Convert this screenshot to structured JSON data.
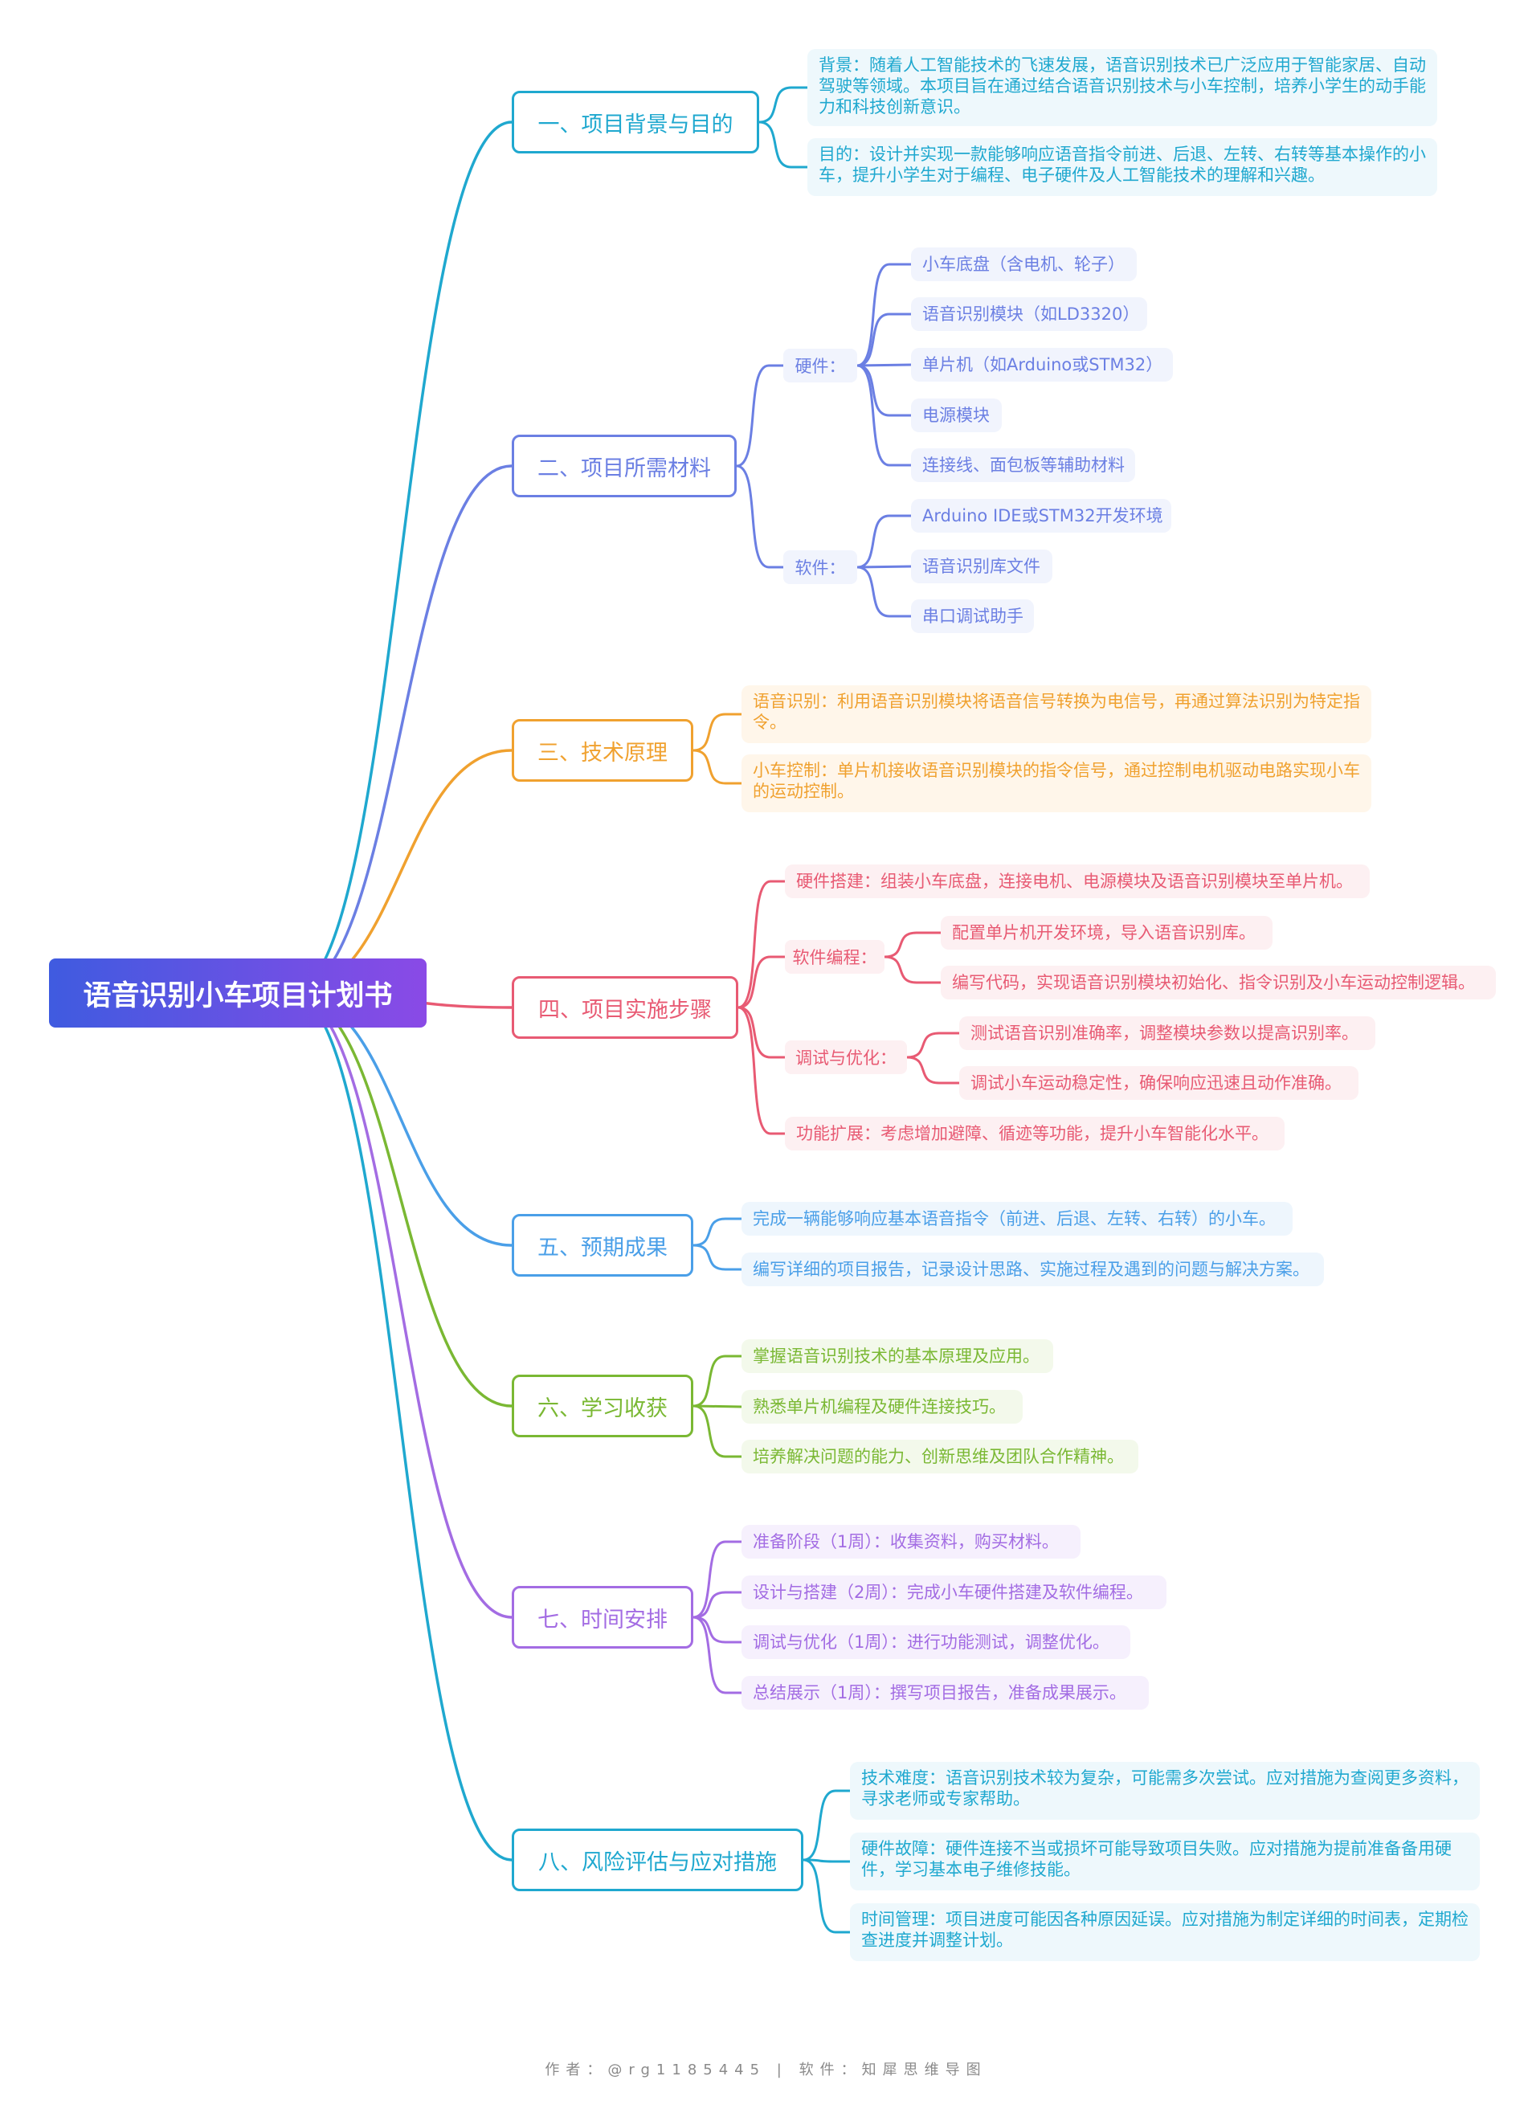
{
  "title": "语音识别小车项目计划书",
  "colors": {
    "cyan": "#1fa8cf",
    "blue": "#6b7fe3",
    "orange": "#f0a12f",
    "red": "#e85a73",
    "lightblue": "#4a9fe8",
    "green": "#7ab833",
    "purple": "#a36ce3",
    "bg_cyan": "#eef8fc",
    "bg_blue": "#f1f4fd",
    "bg_orange": "#fff6ea",
    "bg_red": "#fdf0f2",
    "bg_lightblue": "#eef6fd",
    "bg_green": "#f3f9eb",
    "bg_purple": "#f6f0fd"
  },
  "branches": [
    {
      "label": "一、项目背景与目的",
      "leaves": [
        "背景：随着人工智能技术的飞速发展，语音识别技术已广泛应用于智能家居、自动驾驶等领域。本项目旨在通过结合语音识别技术与小车控制，培养小学生的动手能力和科技创新意识。",
        "目的：设计并实现一款能够响应语音指令前进、后退、左转、右转等基本操作的小车，提升小学生对于编程、电子硬件及人工智能技术的理解和兴趣。"
      ]
    },
    {
      "label": "二、项目所需材料",
      "groups": [
        {
          "label": "硬件：",
          "leaves": [
            "小车底盘（含电机、轮子）",
            "语音识别模块（如LD3320）",
            "单片机（如Arduino或STM32）",
            "电源模块",
            "连接线、面包板等辅助材料"
          ]
        },
        {
          "label": "软件：",
          "leaves": [
            "Arduino IDE或STM32开发环境",
            "语音识别库文件",
            "串口调试助手"
          ]
        }
      ]
    },
    {
      "label": "三、技术原理",
      "leaves": [
        "语音识别：利用语音识别模块将语音信号转换为电信号，再通过算法识别为特定指令。",
        "小车控制：单片机接收语音识别模块的指令信号，通过控制电机驱动电路实现小车的运动控制。"
      ]
    },
    {
      "label": "四、项目实施步骤",
      "items": [
        {
          "text": "硬件搭建：组装小车底盘，连接电机、电源模块及语音识别模块至单片机。"
        },
        {
          "label": "软件编程：",
          "leaves": [
            "配置单片机开发环境，导入语音识别库。",
            "编写代码，实现语音识别模块初始化、指令识别及小车运动控制逻辑。"
          ]
        },
        {
          "label": "调试与优化：",
          "leaves": [
            "测试语音识别准确率，调整模块参数以提高识别率。",
            "调试小车运动稳定性，确保响应迅速且动作准确。"
          ]
        },
        {
          "text": "功能扩展：考虑增加避障、循迹等功能，提升小车智能化水平。"
        }
      ]
    },
    {
      "label": "五、预期成果",
      "leaves": [
        "完成一辆能够响应基本语音指令（前进、后退、左转、右转）的小车。",
        "编写详细的项目报告，记录设计思路、实施过程及遇到的问题与解决方案。"
      ]
    },
    {
      "label": "六、学习收获",
      "leaves": [
        "掌握语音识别技术的基本原理及应用。",
        "熟悉单片机编程及硬件连接技巧。",
        "培养解决问题的能力、创新思维及团队合作精神。"
      ]
    },
    {
      "label": "七、时间安排",
      "leaves": [
        "准备阶段（1周）：收集资料，购买材料。",
        "设计与搭建（2周）：完成小车硬件搭建及软件编程。",
        "调试与优化（1周）：进行功能测试，调整优化。",
        "总结展示（1周）：撰写项目报告，准备成果展示。"
      ]
    },
    {
      "label": "八、风险评估与应对措施",
      "leaves": [
        "技术难度：语音识别技术较为复杂，可能需多次尝试。应对措施为查阅更多资料，寻求老师或专家帮助。",
        "硬件故障：硬件连接不当或损坏可能导致项目失败。应对措施为提前准备备用硬件，学习基本电子维修技能。",
        "时间管理：项目进度可能因各种原因延误。应对措施为制定详细的时间表，定期检查进度并调整计划。"
      ]
    }
  ],
  "footer": "作者：@rg1185445  |  软件：知犀思维导图"
}
